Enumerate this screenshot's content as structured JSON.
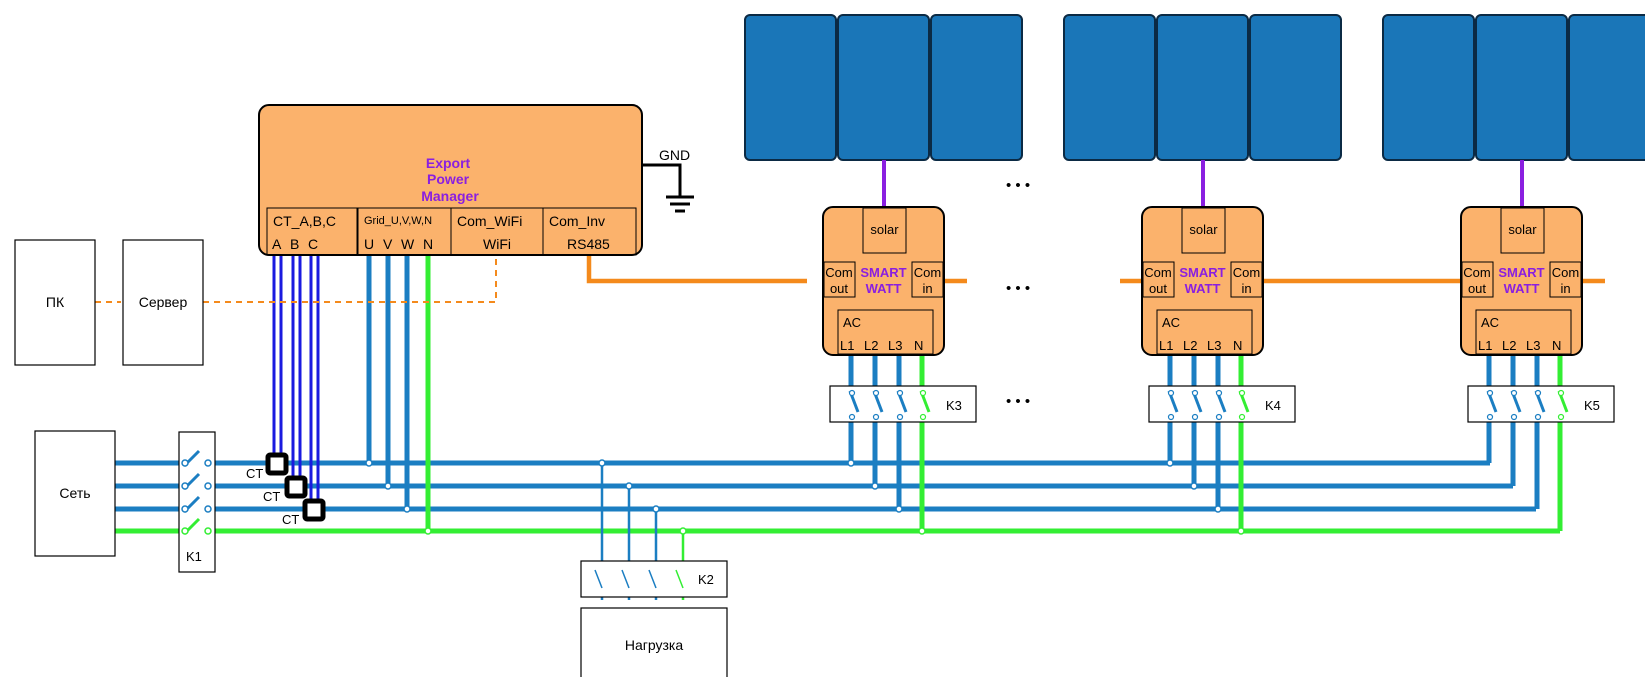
{
  "epm": {
    "title": "Export\nPower\nManager",
    "gnd": "GND",
    "ports": [
      {
        "head": "CT_A,B,C",
        "pins": [
          "A",
          "B",
          "C"
        ]
      },
      {
        "head": "Grid_U,V,W,N",
        "pins": [
          "U",
          "V",
          "W",
          "N"
        ]
      },
      {
        "head": "Com_WiFi",
        "pins": [
          "WiFi"
        ]
      },
      {
        "head": "Com_Inv",
        "pins": [
          "RS485"
        ]
      }
    ]
  },
  "nodes": {
    "pc": "ПК",
    "server": "Сервер",
    "grid": "Сеть",
    "load": "Нагрузка"
  },
  "ct_label": "CT",
  "switches": {
    "k1": "K1",
    "k2": "K2"
  },
  "inverters": [
    {
      "solar": "solar",
      "com_out": "Com\nout",
      "brand": "SMART\nWATT",
      "com_in": "Com\nin",
      "ac": "AC",
      "pins": [
        "L1",
        "L2",
        "L3",
        "N"
      ],
      "switch": "K3"
    },
    {
      "solar": "solar",
      "com_out": "Com\nout",
      "brand": "SMART\nWATT",
      "com_in": "Com\nin",
      "ac": "AC",
      "pins": [
        "L1",
        "L2",
        "L3",
        "N"
      ],
      "switch": "K4"
    },
    {
      "solar": "solar",
      "com_out": "Com\nout",
      "brand": "SMART\nWATT",
      "com_in": "Com\nin",
      "ac": "AC",
      "pins": [
        "L1",
        "L2",
        "L3",
        "N"
      ],
      "switch": "K5"
    }
  ],
  "ellipsis": "•  •  •",
  "colors": {
    "epm_fill": "#fbb26c",
    "brand_text": "#8a1fe0",
    "phase_wire": "#1b7ec2",
    "neutral_wire": "#33ee33",
    "ct_wire": "#1a1adf",
    "rs485_wire": "#f48a1c",
    "panel": "#1a76b8"
  }
}
